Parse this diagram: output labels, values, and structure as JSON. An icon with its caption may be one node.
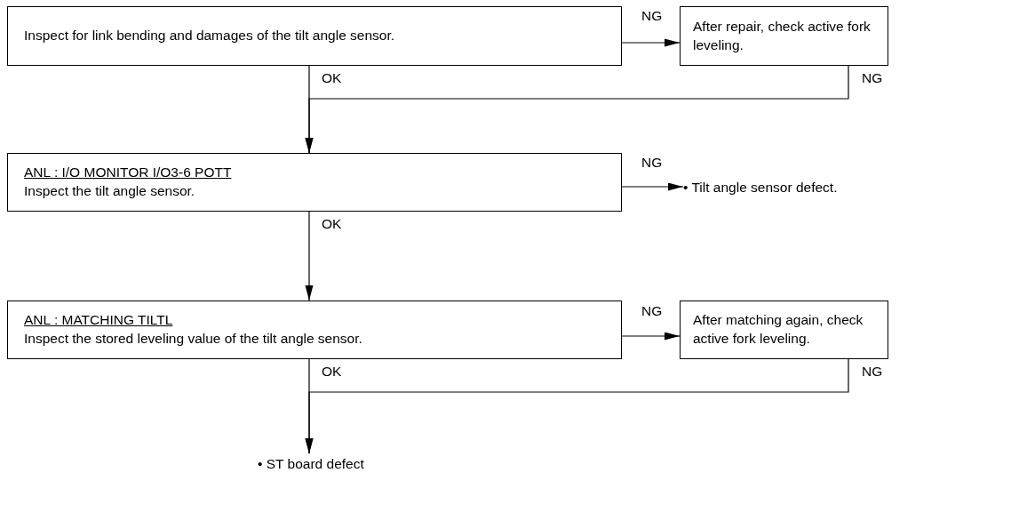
{
  "diagram": {
    "nodes": [
      {
        "text": [
          "Inspect for link bending and damages of the tilt angle sensor."
        ]
      },
      {
        "text": [
          "After repair, check active fork leveling."
        ]
      },
      {
        "text": [
          "ANL : I/O MONITOR I/O3-6 POTT",
          "Inspect the tilt angle sensor."
        ]
      },
      {
        "text": [
          "• Tilt angle sensor defect."
        ]
      },
      {
        "text": [
          "ANL : MATCHING TILTL",
          "Inspect the stored leveling value of the tilt angle sensor."
        ]
      },
      {
        "text": [
          "After matching again, check active fork leveling."
        ]
      },
      {
        "text": [
          "• ST board defect"
        ]
      }
    ],
    "edges": [
      {
        "from": 0,
        "to": 1,
        "arrow": "to",
        "label": "NG"
      },
      {
        "from": 0,
        "to": 2,
        "arrow": "to",
        "label": "OK"
      },
      {
        "from": 1,
        "to": 2,
        "arrow": "to",
        "label": "NG"
      },
      {
        "from": 2,
        "to": 3,
        "arrow": "to",
        "label": "NG"
      },
      {
        "from": 2,
        "to": 4,
        "arrow": "to",
        "label": "OK"
      },
      {
        "from": 4,
        "to": 5,
        "arrow": "to",
        "label": "NG"
      },
      {
        "from": 4,
        "to": 6,
        "arrow": "to",
        "label": "OK"
      },
      {
        "from": 5,
        "to": 6,
        "arrow": "to",
        "label": "NG"
      }
    ]
  }
}
